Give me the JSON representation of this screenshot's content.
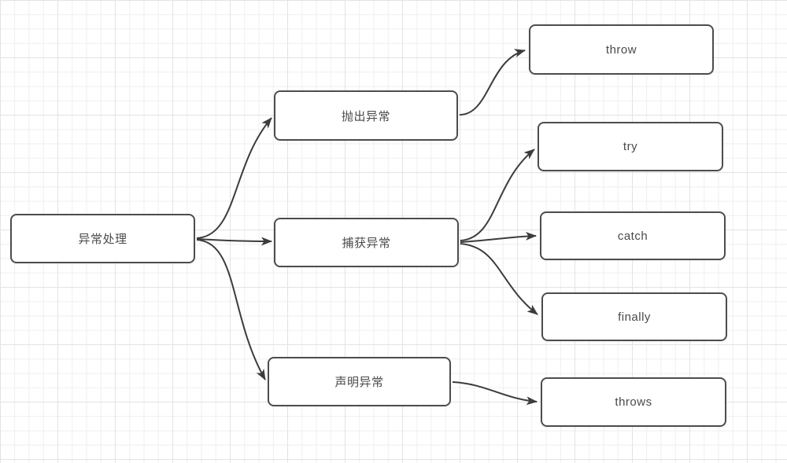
{
  "diagram": {
    "root": {
      "label": "异常处理"
    },
    "branches": [
      {
        "label": "抛出异常",
        "children": [
          {
            "label": "throw"
          }
        ]
      },
      {
        "label": "捕获异常",
        "children": [
          {
            "label": "try"
          },
          {
            "label": "catch"
          },
          {
            "label": "finally"
          }
        ]
      },
      {
        "label": "声明异常",
        "children": [
          {
            "label": "throws"
          }
        ]
      }
    ],
    "colors": {
      "canvas_background": "#ffffff",
      "grid_minor": "#efefef",
      "grid_major": "#e3e3e3",
      "node_fill": "#ffffff",
      "node_border": "#4d4d4d",
      "node_text": "#4a4a4a",
      "edge_stroke": "#3c3c3c"
    }
  }
}
